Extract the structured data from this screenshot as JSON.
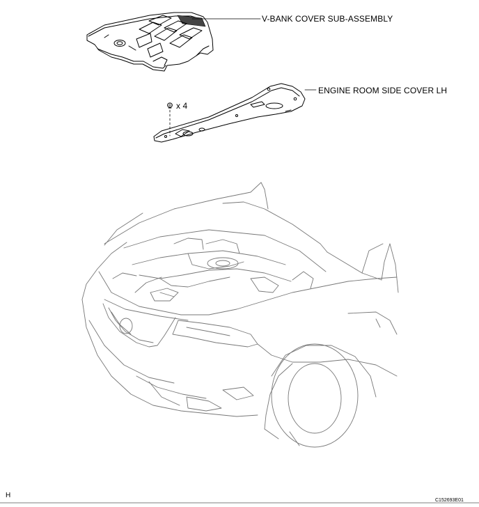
{
  "labels": {
    "vbank_cover": "V-BANK COVER SUB-ASSEMBLY",
    "engine_room_side_cover": "ENGINE ROOM SIDE COVER LH",
    "clip_quantity": "x 4",
    "corner_letter": "H",
    "drawing_code": "C152693E01"
  },
  "colors": {
    "line": "#000000",
    "light_line": "#888888",
    "background": "#ffffff"
  }
}
